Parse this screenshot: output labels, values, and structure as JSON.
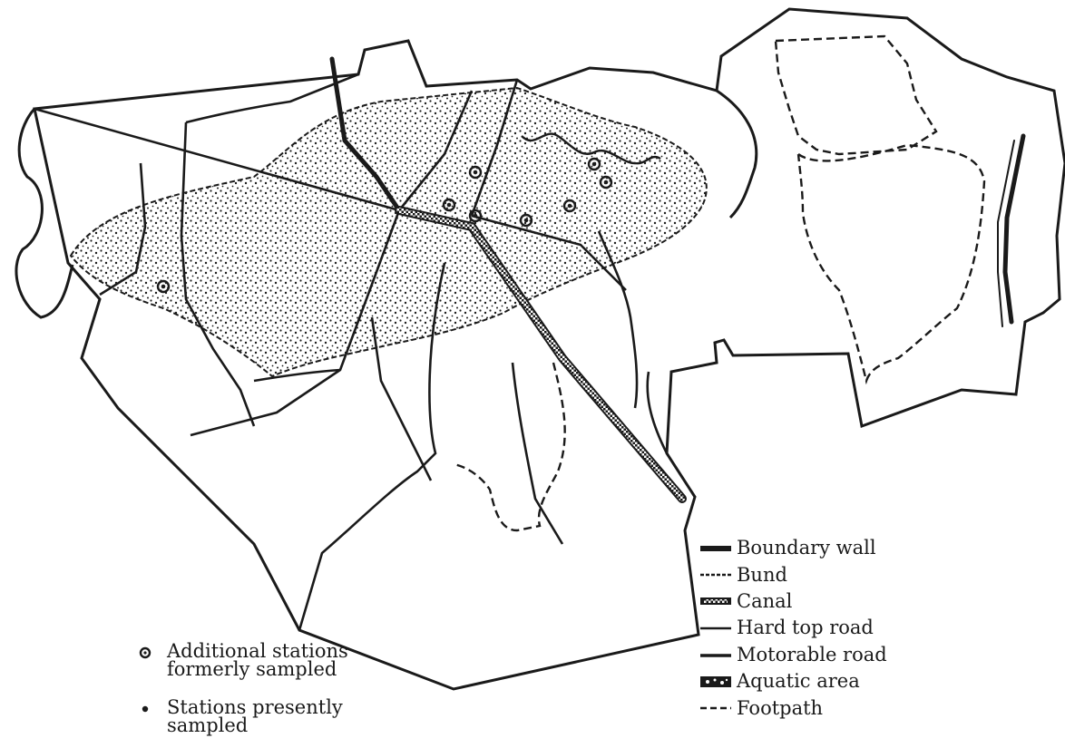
{
  "legend": {
    "line_features": [
      {
        "label": "Boundary wall",
        "icon": "boundary-wall-icon"
      },
      {
        "label": "Bund",
        "icon": "bund-icon"
      },
      {
        "label": "Canal",
        "icon": "canal-icon"
      },
      {
        "label": "Hard top road",
        "icon": "hard-top-road-icon"
      },
      {
        "label": "Motorable road",
        "icon": "motorable-road-icon"
      },
      {
        "label": "Aquatic area",
        "icon": "aquatic-area-icon"
      },
      {
        "label": "Footpath",
        "icon": "footpath-icon"
      }
    ],
    "stations": [
      {
        "label_line1": "Additional stations",
        "label_line2": "formerly sampled",
        "icon": "ring-station-icon"
      },
      {
        "label_line1": "Stations presently",
        "label_line2": "sampled",
        "icon": "dot-station-icon"
      }
    ]
  },
  "colors": {
    "ink": "#1a1a1a",
    "background": "#ffffff",
    "canal_fill": "#6b6b6b"
  }
}
